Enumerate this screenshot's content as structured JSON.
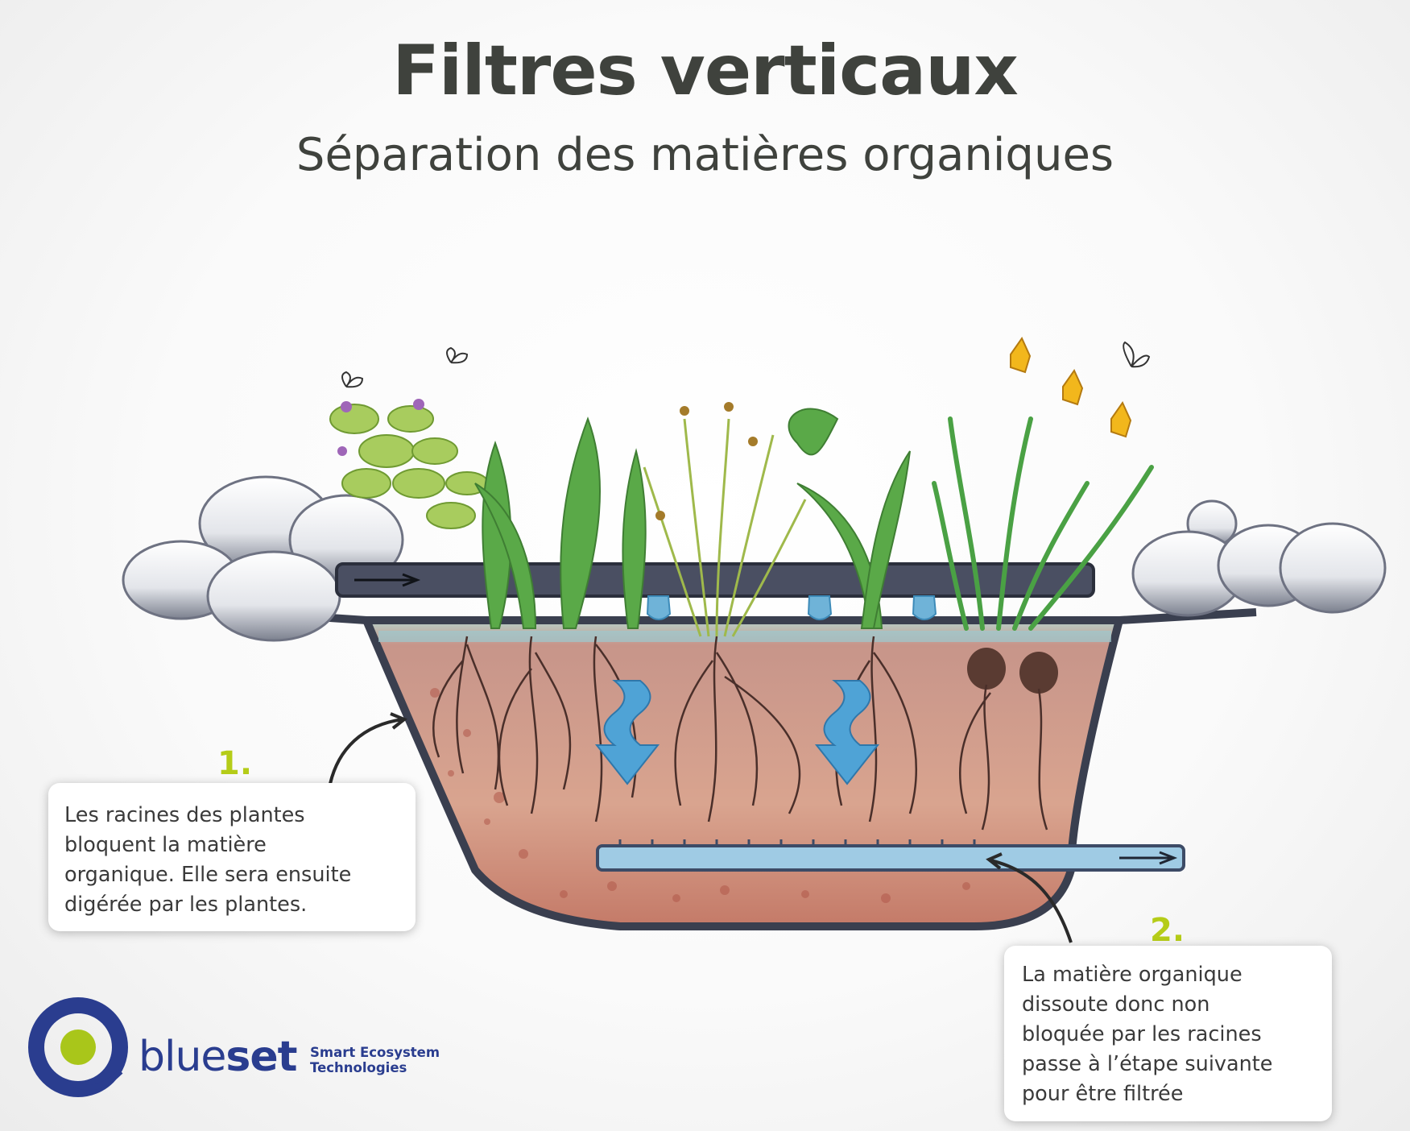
{
  "header": {
    "title": "Filtres verticaux",
    "subtitle": "Séparation des matières organiques"
  },
  "callouts": [
    {
      "number": "1.",
      "lines": [
        "Les racines des plantes",
        "bloquent la matière",
        "organique. Elle sera ensuite",
        "digérée par les plantes."
      ]
    },
    {
      "number": "2.",
      "lines": [
        "La matière organique",
        "dissoute donc non",
        "bloquée par les racines",
        "passe à l’étape suivante",
        "pour être filtrée"
      ]
    }
  ],
  "brand": {
    "name_light": "blue",
    "name_bold": "set",
    "tagline_lines": [
      "Smart Ecosystem",
      "Technologies"
    ],
    "colors": {
      "navy": "#2a3d8f",
      "lime": "#a9c61a"
    }
  },
  "illustration": {
    "icons": [
      "stone-icon",
      "inlet-pipe-icon",
      "outlet-pipe-icon",
      "flow-arrow-icon",
      "plant-icon",
      "flower-icon",
      "butterfly-icon",
      "root-icon"
    ],
    "colors": {
      "soil": "#c98b75",
      "water": "#8ec6e0",
      "pipe": "#4a4f62",
      "leaf": "#5fa84a",
      "flower": "#f2b71c"
    }
  }
}
